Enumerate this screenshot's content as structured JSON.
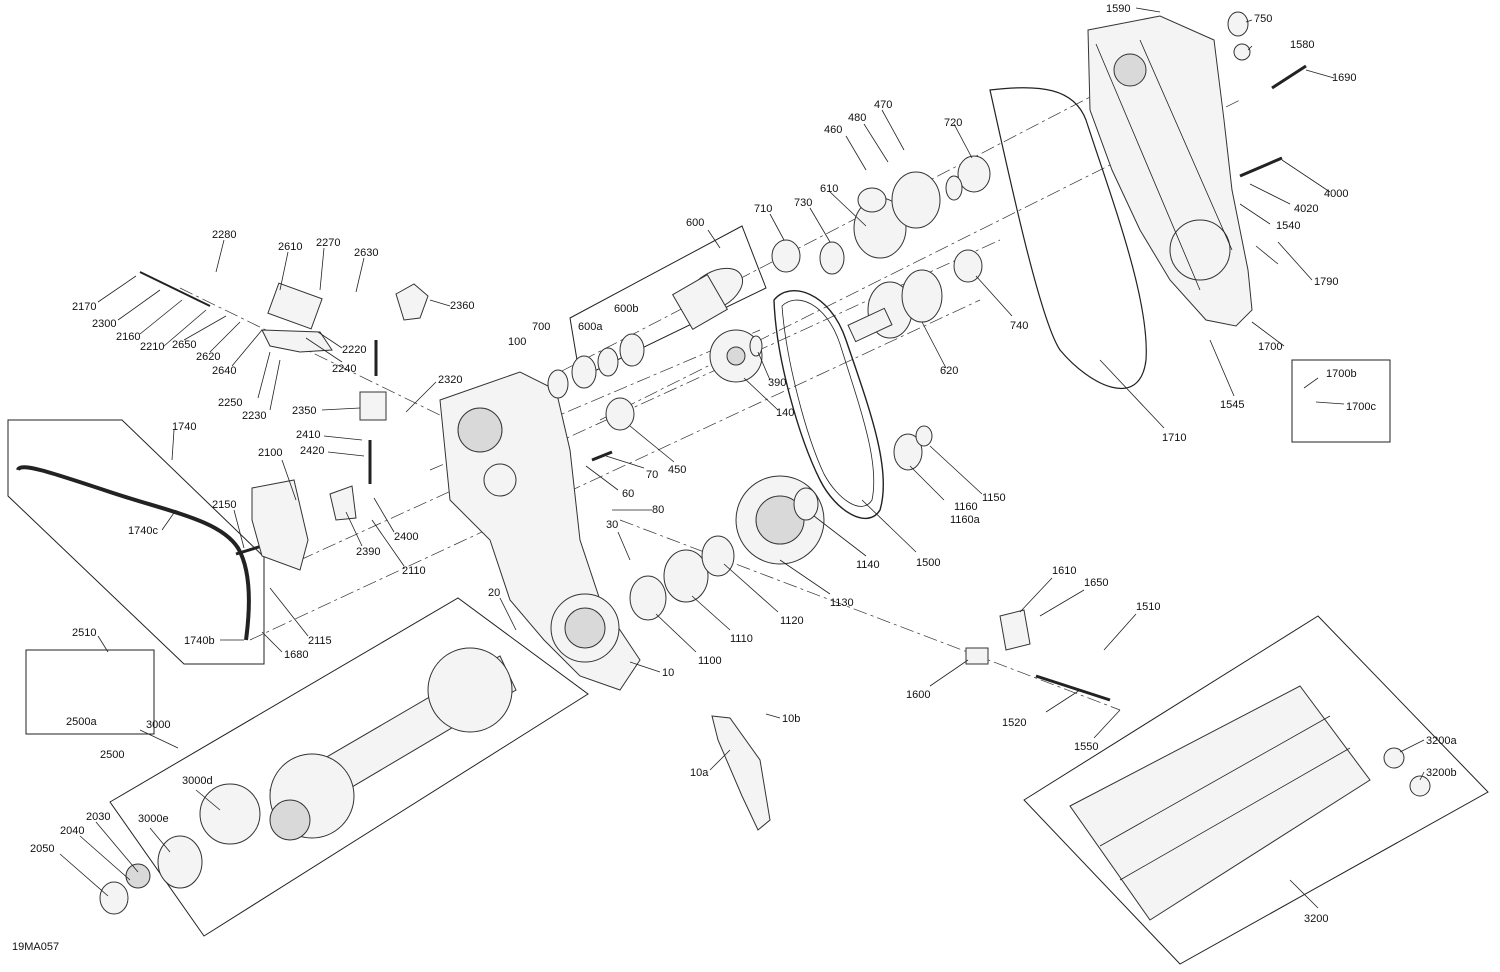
{
  "diagram": {
    "reference": "19MA057",
    "labels": [
      "1590",
      "750",
      "1580",
      "1690",
      "470",
      "480",
      "460",
      "720",
      "4000",
      "4020",
      "1540",
      "1790",
      "710",
      "730",
      "610",
      "600",
      "600b",
      "600a",
      "700",
      "100",
      "740",
      "620",
      "1700",
      "1700b",
      "1700c",
      "1545",
      "1710",
      "390",
      "140",
      "450",
      "70",
      "60",
      "80",
      "30",
      "20",
      "10",
      "1160",
      "1160a",
      "1150",
      "1500",
      "1140",
      "1130",
      "1120",
      "1110",
      "1100",
      "1610",
      "1650",
      "1510",
      "1600",
      "1520",
      "1550",
      "10b",
      "10a",
      "3200a",
      "3200b",
      "3200",
      "2280",
      "2610",
      "2270",
      "2630",
      "2170",
      "2300",
      "2160",
      "2210",
      "2650",
      "2620",
      "2220",
      "2640",
      "2240",
      "2250",
      "2230",
      "2360",
      "2320",
      "2350",
      "2410",
      "2420",
      "2400",
      "2390",
      "2110",
      "2100",
      "2150",
      "2115",
      "1680",
      "1740",
      "1740c",
      "1740b",
      "2510",
      "2500a",
      "2500",
      "3000",
      "3000d",
      "3000e",
      "2030",
      "2040",
      "2050"
    ]
  }
}
